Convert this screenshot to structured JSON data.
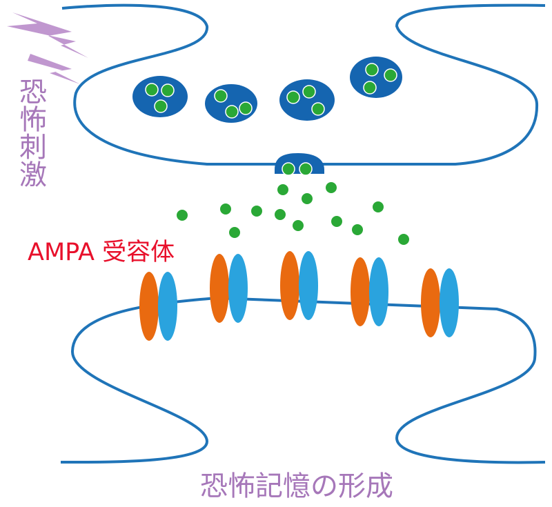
{
  "labels": {
    "stimulus": "恐怖刺激",
    "receptor": "AMPA 受容体",
    "caption": "恐怖記憶の形成"
  },
  "colors": {
    "membrane": "#1f74b8",
    "vesicle": "#1565b0",
    "neurotransmitter": "#2aa836",
    "receptor_left": "#e96a10",
    "receptor_right": "#2aa3de",
    "lightning": "#b98cca",
    "text_purple": "#a677b9",
    "text_red": "#e8102b"
  },
  "icons": {
    "stimulus": "lightning-bolt-icon"
  },
  "counts": {
    "vesicles_in_terminal": 4,
    "vesicles_fusing": 1,
    "receptor_pairs": 5
  }
}
